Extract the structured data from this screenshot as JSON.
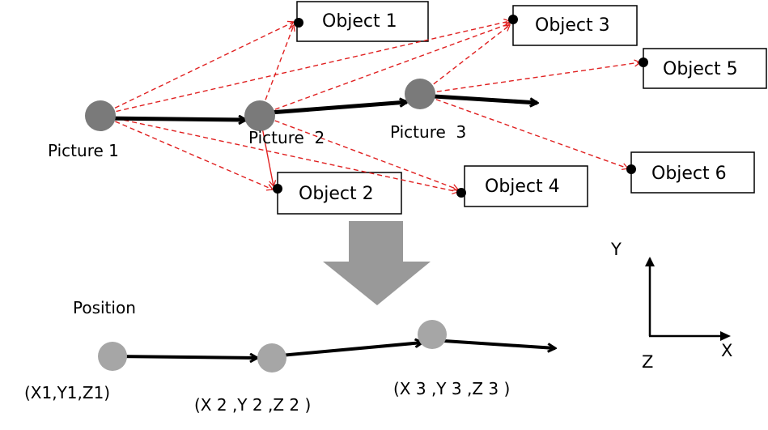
{
  "top": {
    "pictures": [
      {
        "label": "Picture 1"
      },
      {
        "label": "Picture  2"
      },
      {
        "label": "Picture  3"
      }
    ],
    "objects": [
      {
        "label": "Object 1"
      },
      {
        "label": "Object 2"
      },
      {
        "label": "Object 3"
      },
      {
        "label": "Object 4"
      },
      {
        "label": "Object 5"
      },
      {
        "label": "Object 6"
      }
    ]
  },
  "bottom": {
    "title": "Position",
    "positions": [
      {
        "label": "(X1,Y1,Z1)"
      },
      {
        "label": "(X 2 ,Y 2 ,Z 2 )"
      },
      {
        "label": "(X 3 ,Y 3 ,Z 3 )"
      }
    ]
  },
  "axes": {
    "y": "Y",
    "x": "X",
    "z": "Z"
  },
  "colors": {
    "picture_node": "#7a7a7a",
    "position_node": "#a6a6a6",
    "path_arrow": "#000000",
    "observation_arrow": "#e02020",
    "down_arrow": "#999999"
  }
}
